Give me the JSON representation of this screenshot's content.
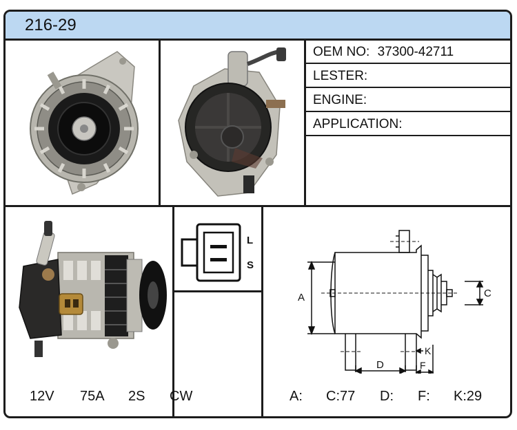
{
  "header": {
    "part_number": "216-29"
  },
  "specs": {
    "oem_label": "OEM NO:",
    "oem_value": "37300-42711",
    "lester_label": "LESTER:",
    "engine_label": "ENGINE:",
    "application_label": "APPLICATION:"
  },
  "connector": {
    "pin_top": "L",
    "pin_bottom": "S"
  },
  "ratings": {
    "voltage": "12V",
    "amperage": "75A",
    "plug": "2S",
    "rotation": "CW"
  },
  "dimension_labels": {
    "a": "A",
    "c": "C",
    "d": "D",
    "f": "F",
    "k": "K"
  },
  "dimensions": {
    "a": "A:",
    "c": "C:77",
    "d": "D:",
    "f": "F:",
    "k": "K:29"
  },
  "colors": {
    "header_bg": "#bcd8f2",
    "border": "#1c1c1c"
  }
}
